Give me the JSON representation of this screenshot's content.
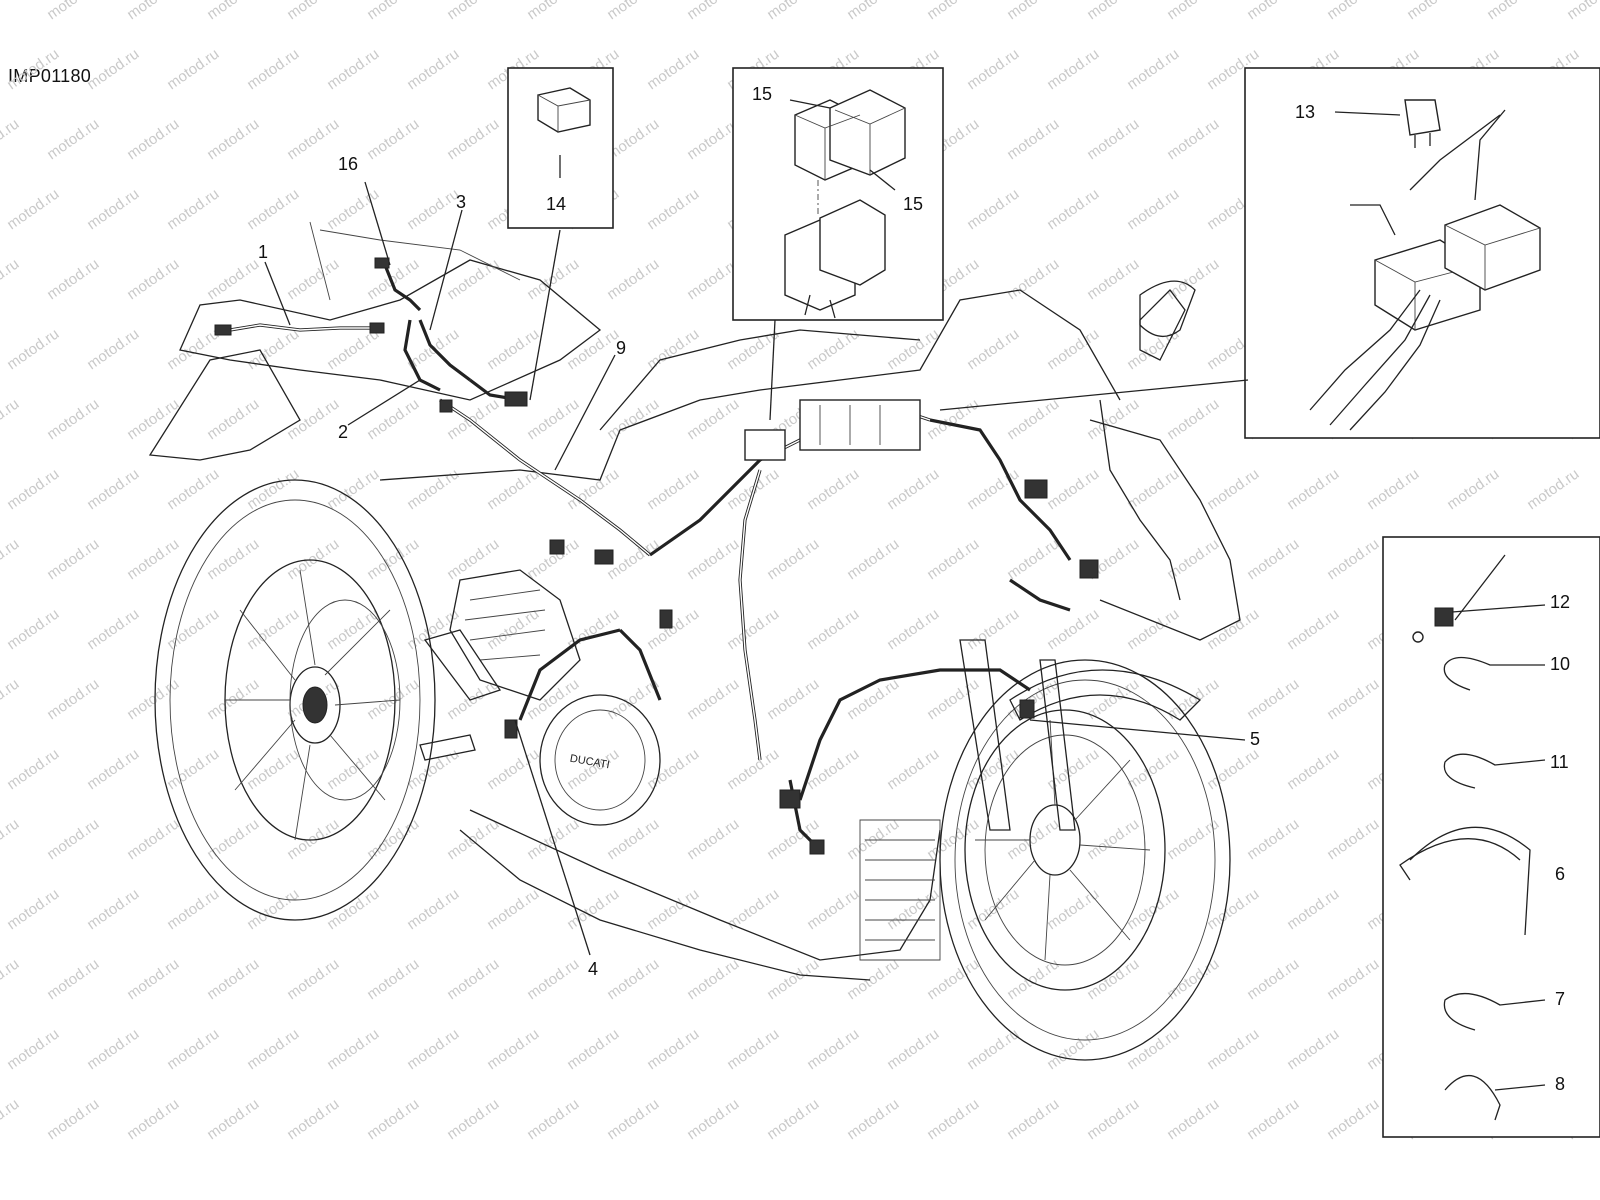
{
  "figure": {
    "ref_code": "IMP01180",
    "watermark": "motod.ru"
  },
  "callouts": [
    {
      "id": "c1",
      "label": "1"
    },
    {
      "id": "c2",
      "label": "2"
    },
    {
      "id": "c3",
      "label": "3"
    },
    {
      "id": "c4",
      "label": "4"
    },
    {
      "id": "c5",
      "label": "5"
    },
    {
      "id": "c6",
      "label": "6"
    },
    {
      "id": "c7",
      "label": "7"
    },
    {
      "id": "c8",
      "label": "8"
    },
    {
      "id": "c9",
      "label": "9"
    },
    {
      "id": "c10",
      "label": "10"
    },
    {
      "id": "c11",
      "label": "11"
    },
    {
      "id": "c12",
      "label": "12"
    },
    {
      "id": "c13",
      "label": "13"
    },
    {
      "id": "c14",
      "label": "14"
    },
    {
      "id": "c15a",
      "label": "15"
    },
    {
      "id": "c15b",
      "label": "15"
    },
    {
      "id": "c16",
      "label": "16"
    }
  ],
  "brand_on_engine": "DUCATI"
}
